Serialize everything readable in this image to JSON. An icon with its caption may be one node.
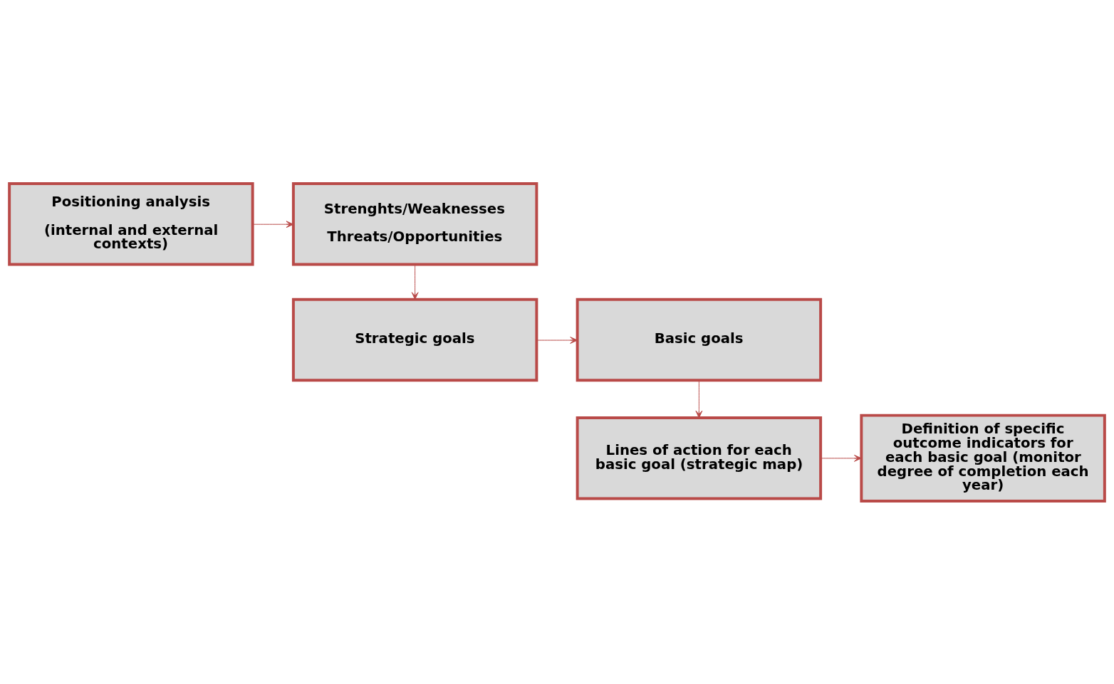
{
  "diagram": {
    "nodes": [
      {
        "text": [
          "Positioning analysis",
          "(internal and external contexts)"
        ]
      },
      {
        "text": [
          "Strenghts/Weaknesses",
          "Threats/Opportunities"
        ]
      },
      {
        "text": [
          "Strategic goals"
        ]
      },
      {
        "text": [
          "Basic goals"
        ]
      },
      {
        "text": [
          "Lines of action for each basic goal (strategic map)"
        ]
      },
      {
        "text": [
          "Definition of specific outcome indicators for each basic goal (monitor degree of completion each year)"
        ]
      }
    ],
    "edges": [
      {
        "from": 0,
        "to": 1,
        "arrow": "to"
      },
      {
        "from": 1,
        "to": 2,
        "arrow": "to"
      },
      {
        "from": 2,
        "to": 3,
        "arrow": "to"
      },
      {
        "from": 3,
        "to": 4,
        "arrow": "to"
      },
      {
        "from": 4,
        "to": 5,
        "arrow": "to"
      }
    ]
  }
}
